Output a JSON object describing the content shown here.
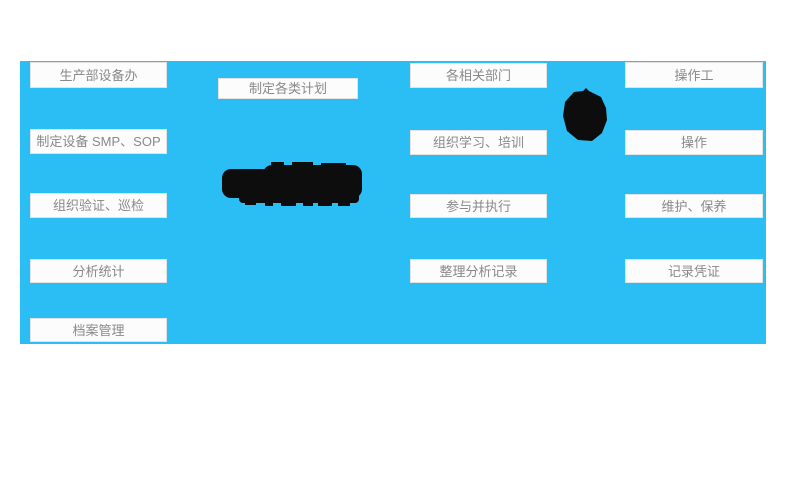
{
  "colors": {
    "page_bg": "#ffffff",
    "band_bg": "#2abef4",
    "node_bg": "#fcfcfc",
    "node_border": "#e2e2e2",
    "node_text": "#898989",
    "blob_fill": "#0d0d0d"
  },
  "diagram": {
    "equipment_office": [
      "生产部设备办",
      "制定设备 SMP、SOP",
      "组织验证、巡检",
      "分析统计",
      "档案管理"
    ],
    "plans": [
      "制定各类计划"
    ],
    "related_departments": [
      "各相关部门",
      "组织学习、培训",
      "参与并执行",
      "整理分析记录"
    ],
    "operators": [
      "操作工",
      "操作",
      "维护、保养",
      "记录凭证"
    ],
    "shapes": {
      "center_blob": "illegible-black-text-blob",
      "octagon_blob": "black-octagon-blob"
    }
  }
}
